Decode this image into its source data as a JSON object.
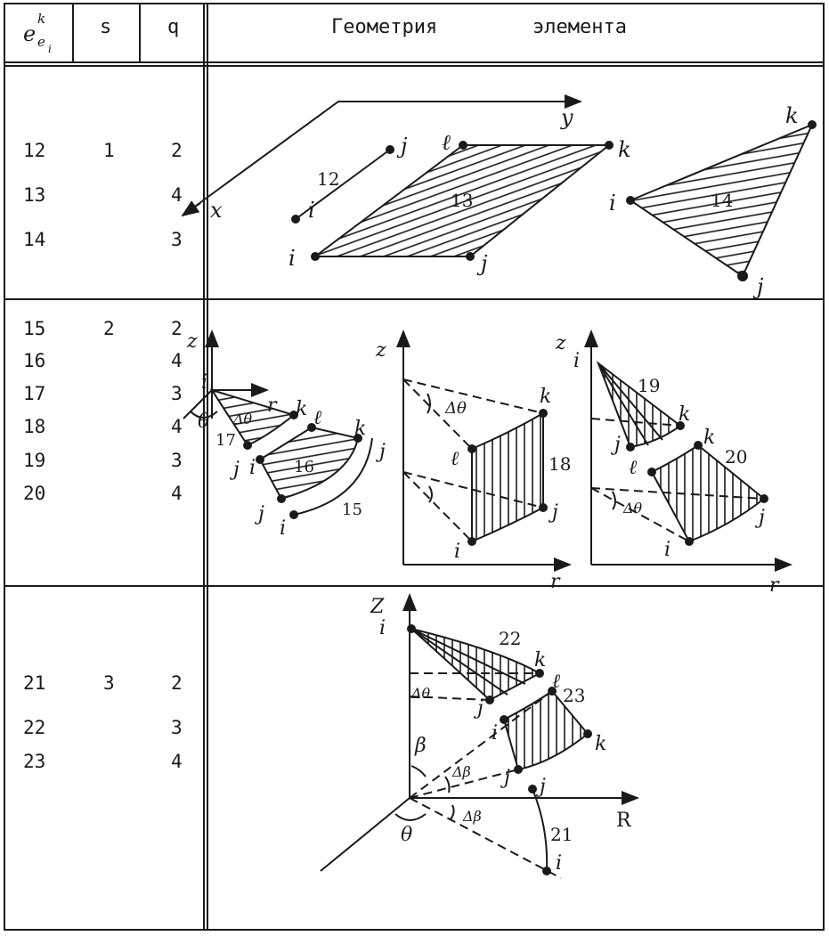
{
  "header": {
    "col1_main": "e",
    "col1_sup": "k",
    "col1_sub": "e",
    "col1_subsub": "i",
    "col2": "s",
    "col3": "q",
    "col4_word1": "Геометрия",
    "col4_word2": "элемента"
  },
  "rows": [
    {
      "s": "1",
      "entries": [
        {
          "e": "12",
          "q": "2"
        },
        {
          "e": "13",
          "q": "4"
        },
        {
          "e": "14",
          "q": "3"
        }
      ]
    },
    {
      "s": "2",
      "entries": [
        {
          "e": "15",
          "q": "2"
        },
        {
          "e": "16",
          "q": "4"
        },
        {
          "e": "17",
          "q": "3"
        },
        {
          "e": "18",
          "q": "4"
        },
        {
          "e": "19",
          "q": "3"
        },
        {
          "e": "20",
          "q": "4"
        }
      ]
    },
    {
      "s": "3",
      "entries": [
        {
          "e": "21",
          "q": "2"
        },
        {
          "e": "22",
          "q": "3"
        },
        {
          "e": "23",
          "q": "4"
        }
      ]
    }
  ],
  "figure_labels": {
    "axis_x": "x",
    "axis_y": "y",
    "axis_z": "z",
    "axis_r": "r",
    "axis_Z": "Z",
    "axis_R": "R",
    "node_i": "i",
    "node_j": "j",
    "node_k": "k",
    "node_l": "ℓ",
    "el12": "12",
    "el13": "13",
    "el14": "14",
    "el15": "15",
    "el16": "16",
    "el17": "17",
    "el18": "18",
    "el19": "19",
    "el20": "20",
    "el21": "21",
    "el22": "22",
    "el23": "23",
    "dtheta": "Δθ",
    "theta": "θ",
    "beta": "β",
    "dbeta": "Δβ"
  }
}
